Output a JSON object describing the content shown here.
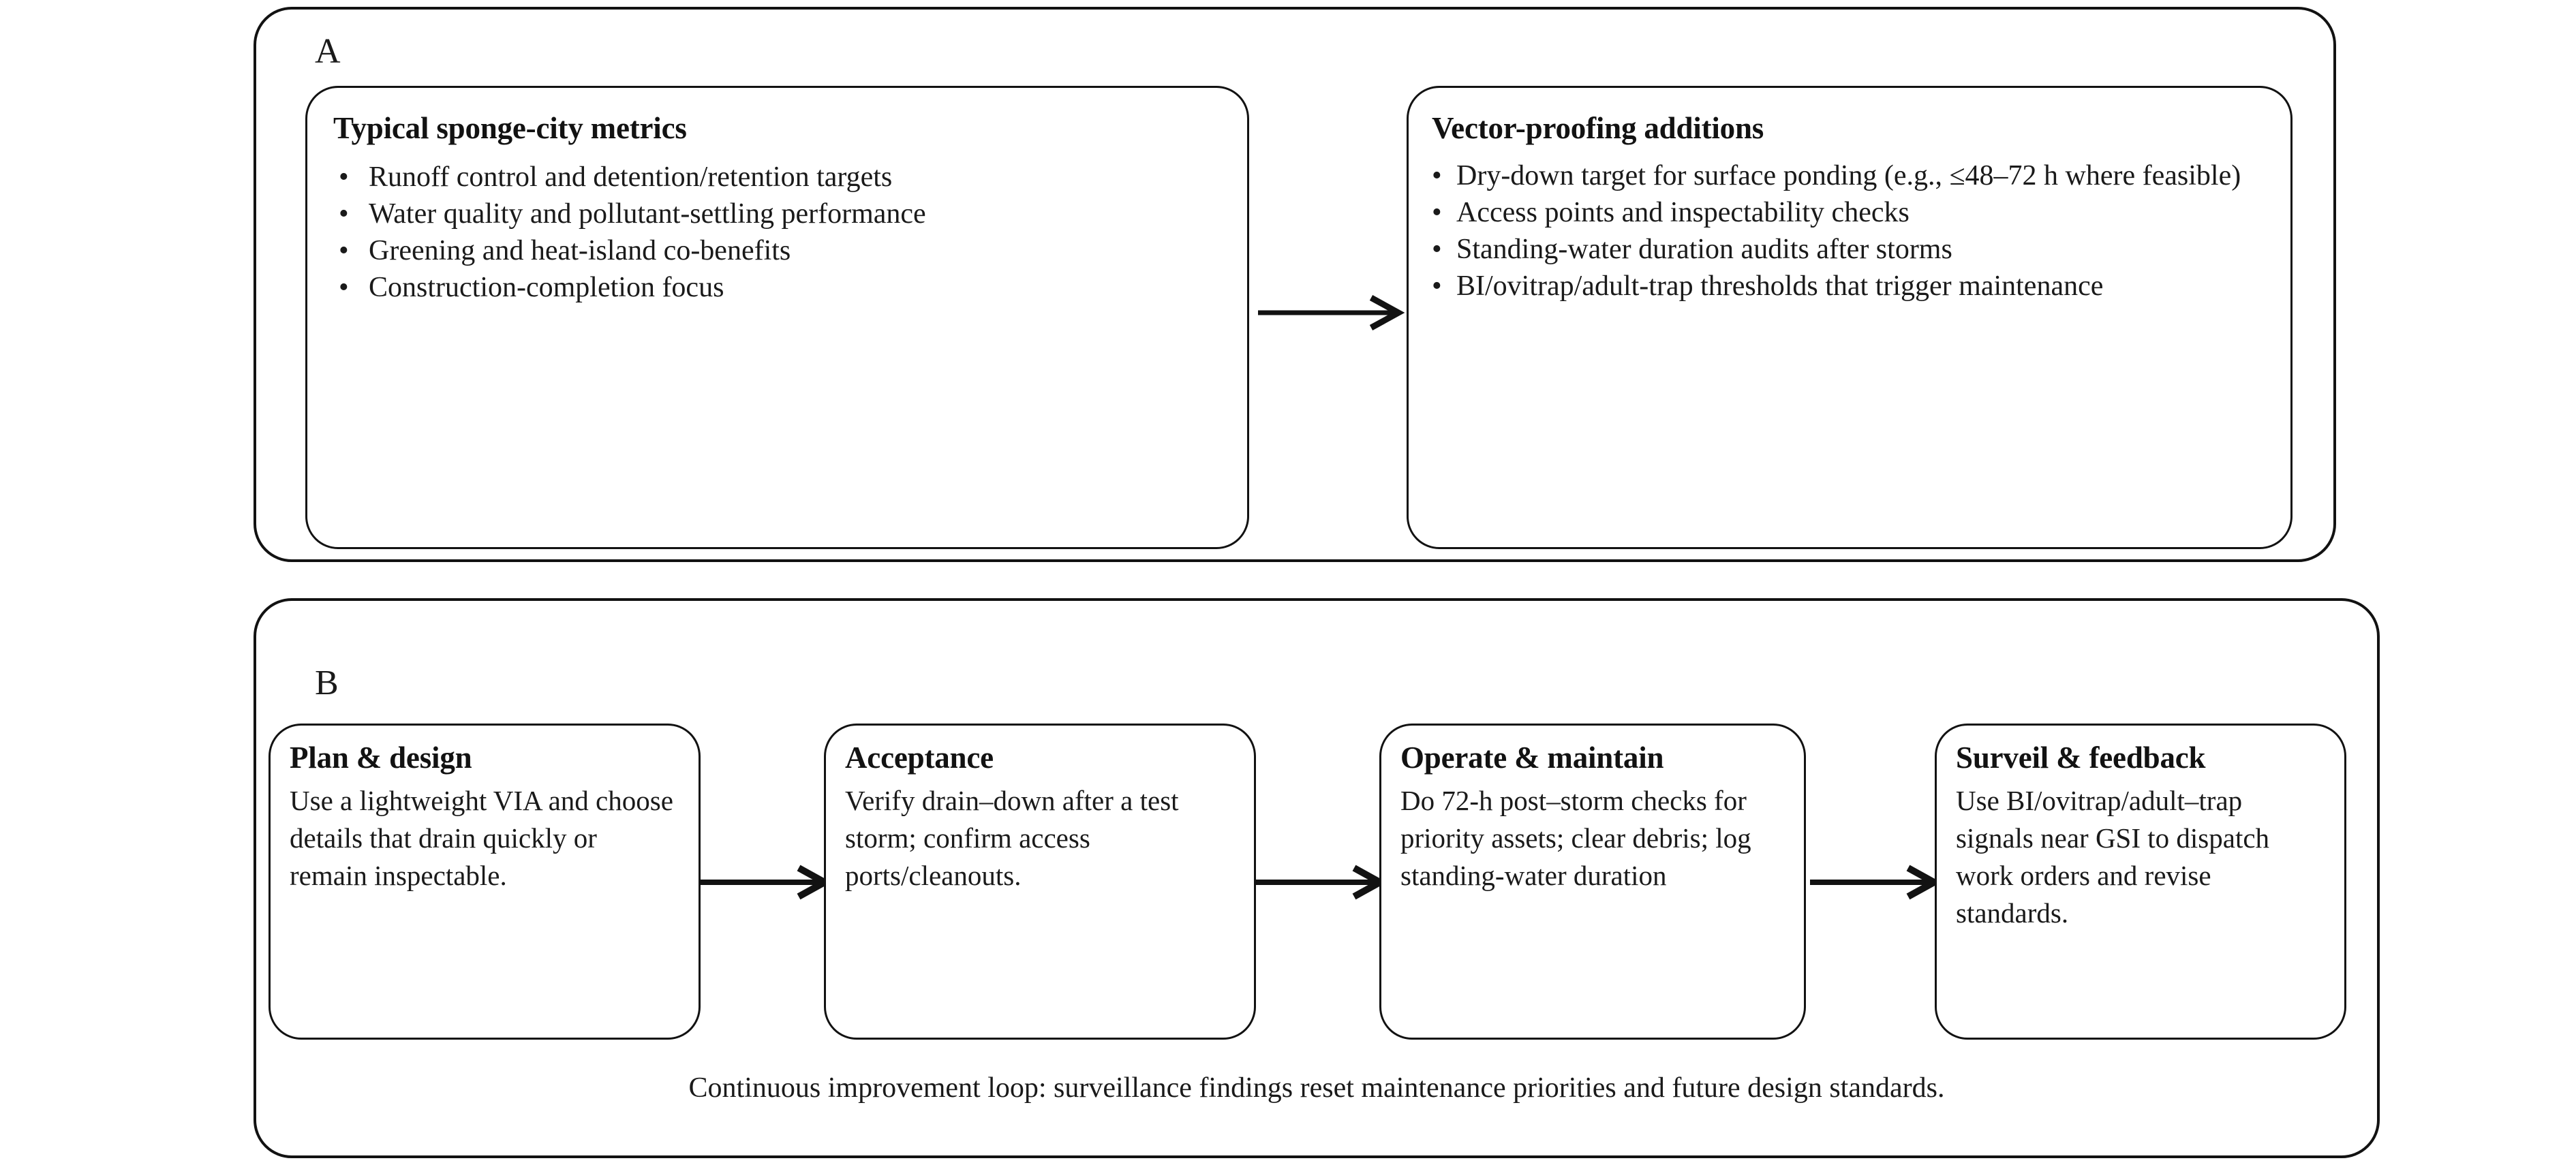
{
  "figure": {
    "panels": [
      {
        "id": "A",
        "label": "A",
        "boxes": [
          {
            "id": "metrics",
            "title": "Typical sponge-city metrics",
            "bullets": [
              "Runoff control and detention/retention targets",
              "Water quality and pollutant-settling performance",
              "Greening and heat-island co-benefits",
              "Construction-completion focus"
            ]
          },
          {
            "id": "additions",
            "title": "Vector-proofing additions",
            "bullets": [
              "Dry-down target for surface ponding (e.g., ≤48–72 h where feasible)",
              "Access points and inspectability checks",
              "Standing-water duration audits after storms",
              "BI/ovitrap/adult-trap thresholds that trigger maintenance"
            ]
          }
        ],
        "arrow": "arrow-right"
      },
      {
        "id": "B",
        "label": "B",
        "boxes": [
          {
            "id": "plan",
            "title": "Plan & design",
            "body": "Use a lightweight VIA and choose details that drain quickly or remain inspectable."
          },
          {
            "id": "acceptance",
            "title": "Acceptance",
            "body": "Verify drain–down after a test storm; confirm access ports/cleanouts."
          },
          {
            "id": "operate",
            "title": "Operate & maintain",
            "body": "Do 72-h post–storm checks for priority assets; clear debris; log standing-water duration"
          },
          {
            "id": "surveil",
            "title": "Surveil & feedback",
            "body": "Use BI/ovitrap/adult–trap signals near GSI to dispatch work orders and revise standards."
          }
        ],
        "arrows": [
          "arrow-right",
          "arrow-right",
          "arrow-right"
        ],
        "caption": "Continuous improvement loop: surveillance findings reset maintenance priorities and future design standards."
      }
    ]
  },
  "glyphs": {
    "bullet": "•"
  },
  "colors": {
    "stroke": "#121212",
    "text": "#1a1a1a",
    "background": "#ffffff"
  }
}
